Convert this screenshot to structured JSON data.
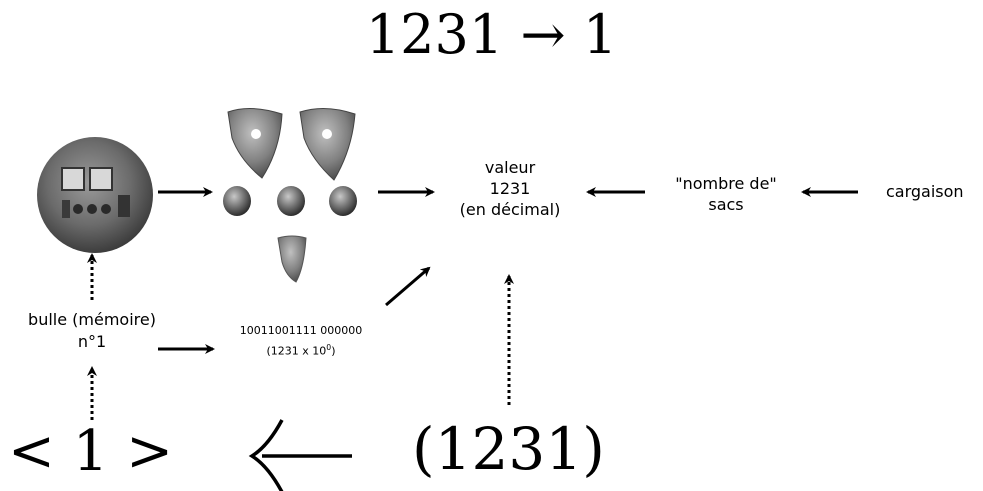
{
  "title_formula": "1231 → 1",
  "labels": {
    "valeur": [
      "valeur",
      "1231",
      "(en décimal)"
    ],
    "nombre_de_sacs": [
      "\"nombre de\"",
      "sacs"
    ],
    "cargaison": "cargaison",
    "bulle": [
      "bulle (mémoire)",
      "n°1"
    ],
    "binary": "10011001111 000000",
    "binary_note_base": "(1231 x 10",
    "binary_note_exp": "0",
    "binary_note_end": ")"
  },
  "bottom": {
    "index_expr": "< 1 >",
    "value_expr": "(1231)"
  },
  "colors": {
    "ink": "#000000",
    "token_dark": "#555555",
    "token_light": "#b5b5b5"
  }
}
